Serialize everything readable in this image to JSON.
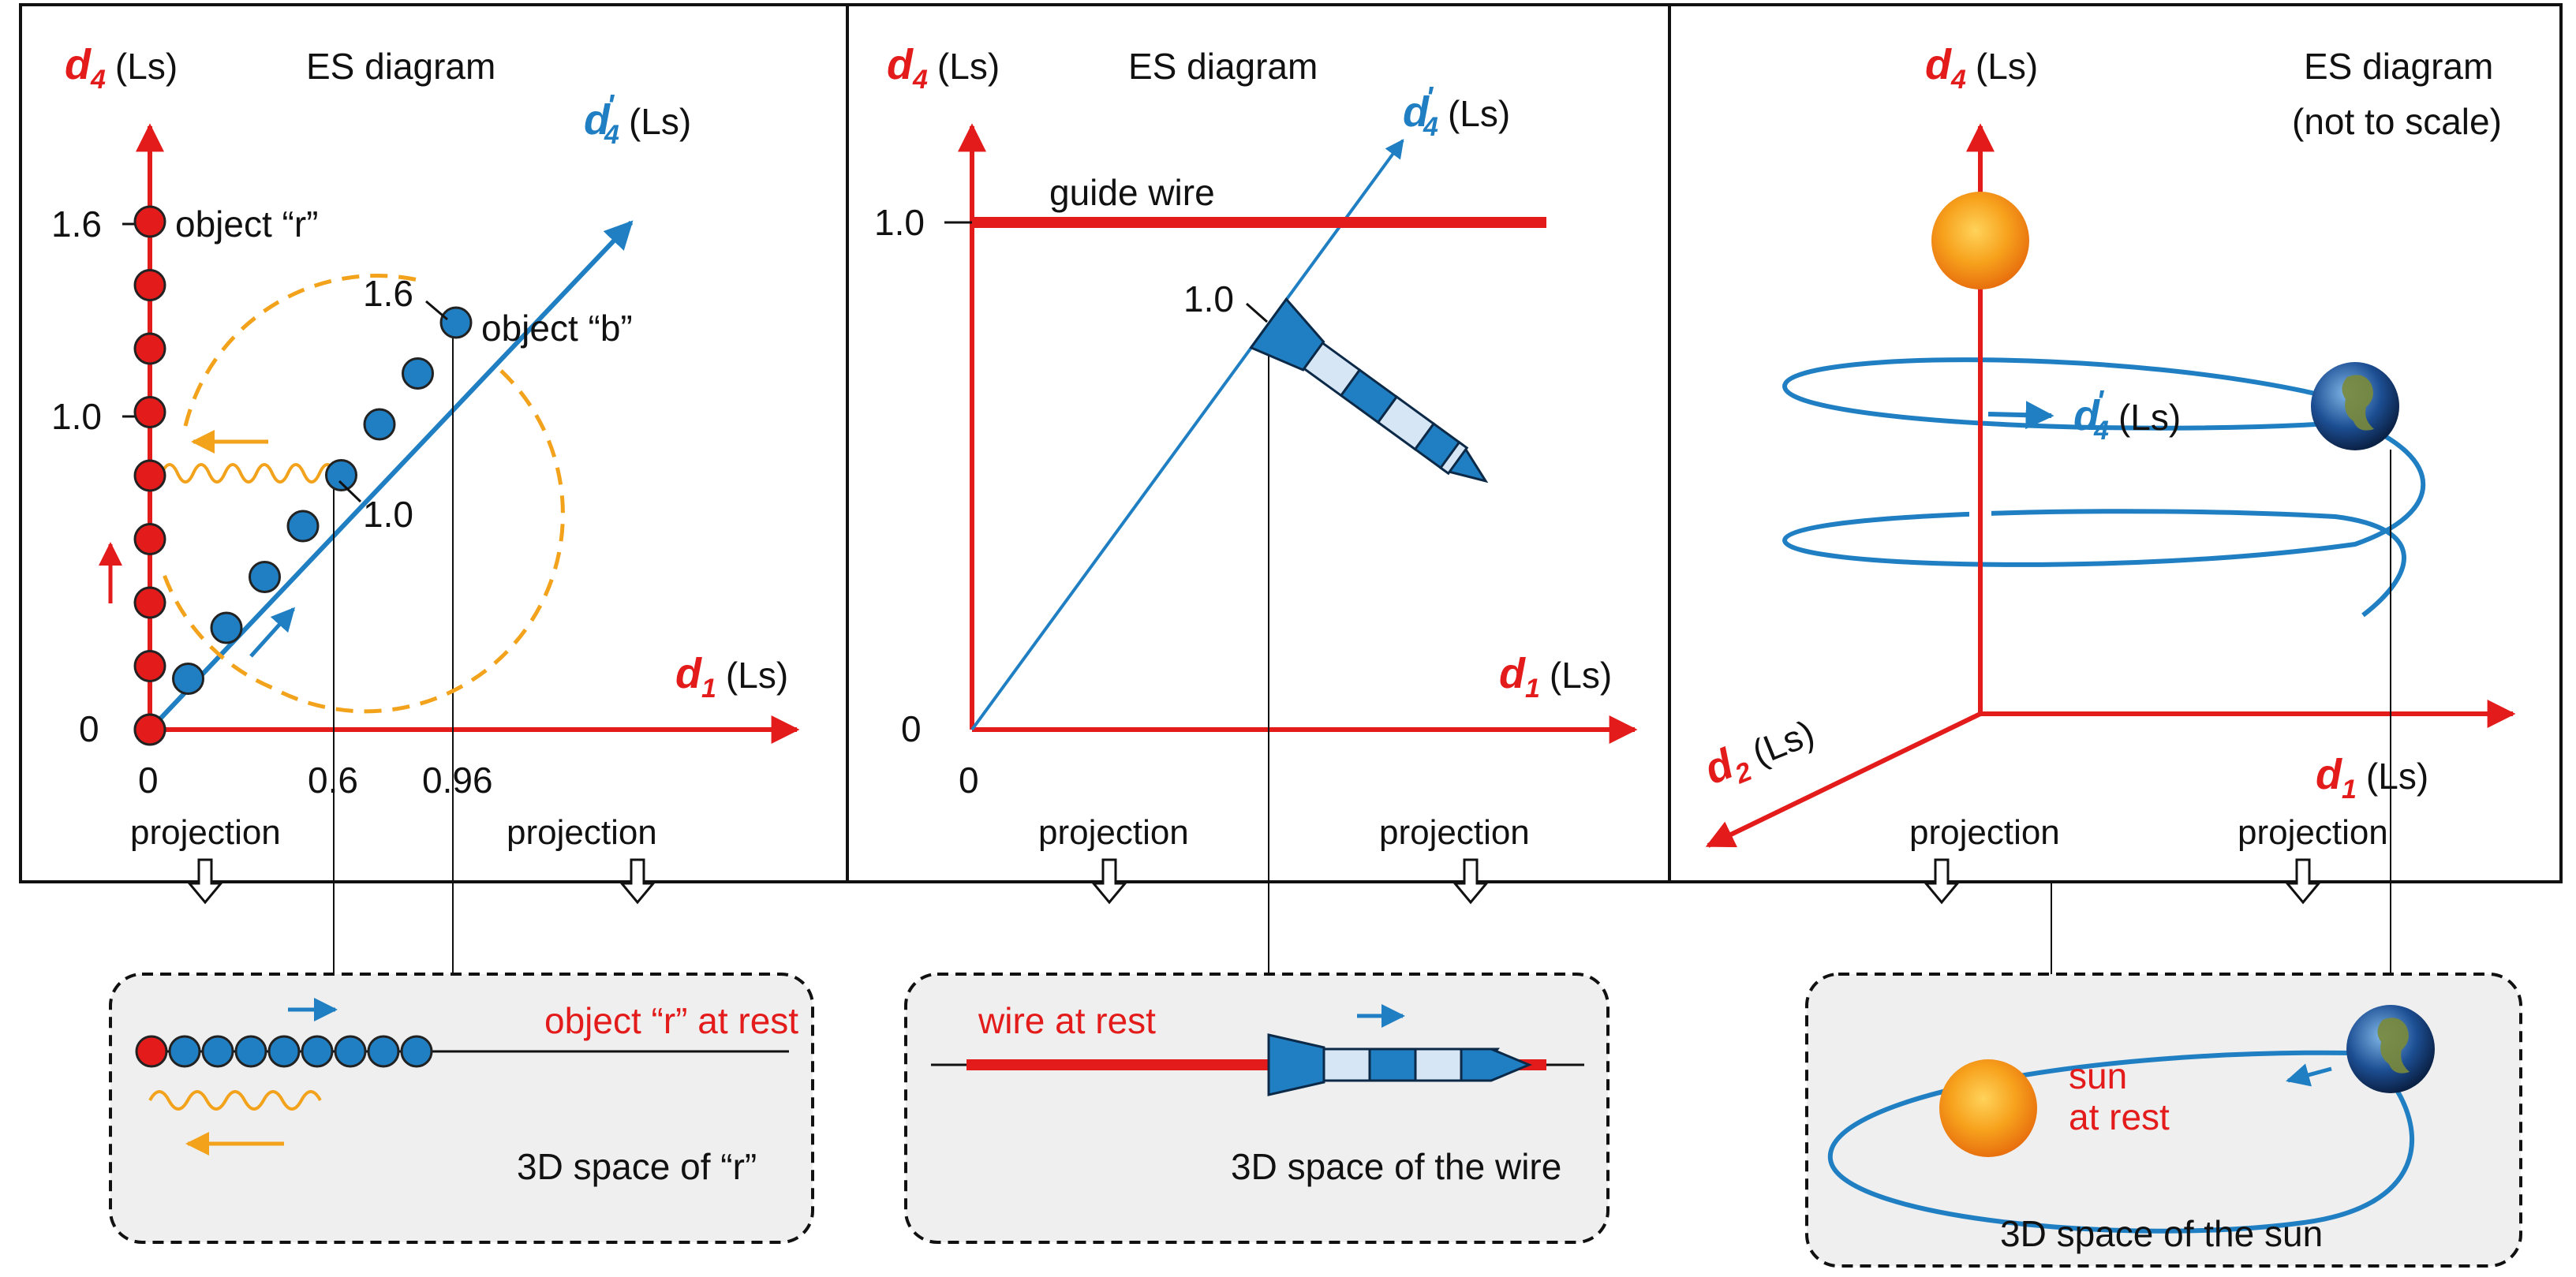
{
  "colors": {
    "red": "#e31b1b",
    "blue": "#1f7fc2",
    "orange": "#f2a21b",
    "panel_border": "#111111",
    "box_fill": "#efefef"
  },
  "axis_symbols": {
    "d4": "d",
    "d4_sub": "4",
    "d1": "d",
    "d1_sub": "1",
    "d2": "d",
    "d2_sub": "2",
    "d4p": "d",
    "d4p_sub": "4",
    "d4p_prime": "'",
    "unit": "(Ls)"
  },
  "panel1": {
    "title": "ES diagram",
    "y_ticks": [
      "1.6",
      "1.0",
      "0"
    ],
    "x_ticks": [
      "0",
      "0.6",
      "0.96"
    ],
    "object_r": "object “r”",
    "object_b": "object “b”",
    "diag_tick_16": "1.6",
    "diag_tick_10": "1.0",
    "projection_left": "projection",
    "projection_right": "projection",
    "box_caption_red": "object “r” at rest",
    "box_caption": "3D space of “r”"
  },
  "panel2": {
    "title": "ES diagram",
    "y_tick_10": "1.0",
    "y_tick_0": "0",
    "x_tick_0": "0",
    "guide_wire": "guide wire",
    "rocket_tick": "1.0",
    "projection_left": "projection",
    "projection_right": "projection",
    "box_caption_red": "wire at rest",
    "box_caption": "3D space of the wire"
  },
  "panel3": {
    "title_line1": "ES diagram",
    "title_line2": "(not to scale)",
    "projection_left": "projection",
    "projection_right": "projection",
    "sun_label_line1": "sun",
    "sun_label_line2": "at rest",
    "box_caption": "3D space of the sun"
  }
}
